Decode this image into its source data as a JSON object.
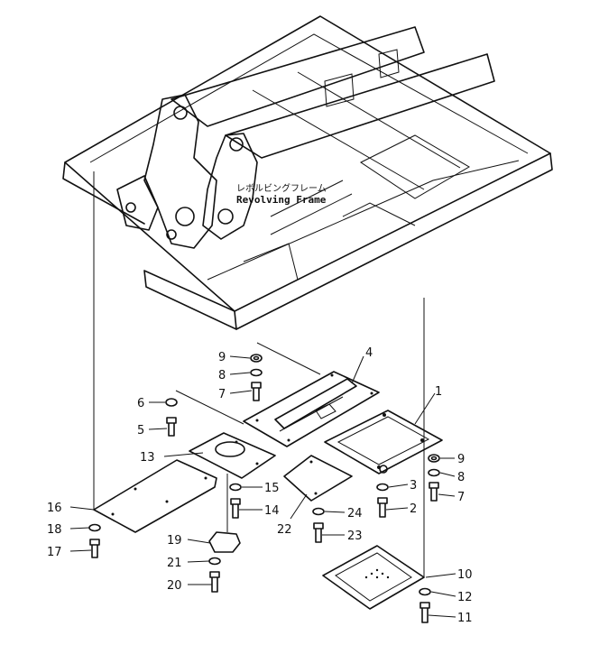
{
  "frame_label": {
    "japanese": "レボルビングフレーム",
    "english": "Revolving Frame"
  },
  "callouts": [
    {
      "id": "1",
      "text": "1"
    },
    {
      "id": "2",
      "text": "2"
    },
    {
      "id": "3",
      "text": "3"
    },
    {
      "id": "4",
      "text": "4"
    },
    {
      "id": "5",
      "text": "5"
    },
    {
      "id": "6",
      "text": "6"
    },
    {
      "id": "7a",
      "text": "7"
    },
    {
      "id": "7b",
      "text": "7"
    },
    {
      "id": "8a",
      "text": "8"
    },
    {
      "id": "8b",
      "text": "8"
    },
    {
      "id": "9a",
      "text": "9"
    },
    {
      "id": "9b",
      "text": "9"
    },
    {
      "id": "10",
      "text": "10"
    },
    {
      "id": "11",
      "text": "11"
    },
    {
      "id": "12",
      "text": "12"
    },
    {
      "id": "13",
      "text": "13"
    },
    {
      "id": "14",
      "text": "14"
    },
    {
      "id": "15",
      "text": "15"
    },
    {
      "id": "16",
      "text": "16"
    },
    {
      "id": "17",
      "text": "17"
    },
    {
      "id": "18",
      "text": "18"
    },
    {
      "id": "19",
      "text": "19"
    },
    {
      "id": "20",
      "text": "20"
    },
    {
      "id": "21",
      "text": "21"
    },
    {
      "id": "22",
      "text": "22"
    },
    {
      "id": "23",
      "text": "23"
    },
    {
      "id": "24",
      "text": "24"
    }
  ]
}
